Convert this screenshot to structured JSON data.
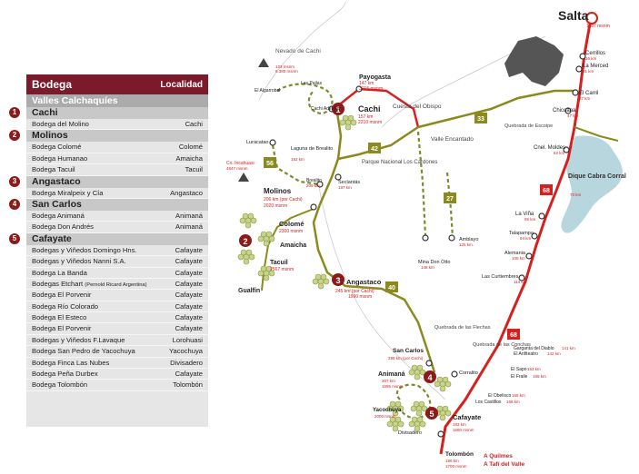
{
  "panel": {
    "col_bodega": "Bodega",
    "col_localidad": "Localidad",
    "region": "Valles Calchaquíes",
    "groups": [
      {
        "num": "1",
        "name": "Cachi",
        "rows": [
          {
            "bodega": "Bodega del Molino",
            "extra": "",
            "loc": "Cachi"
          }
        ]
      },
      {
        "num": "2",
        "name": "Molinos",
        "rows": [
          {
            "bodega": "Bodega Colomé",
            "extra": "",
            "loc": "Colomé"
          },
          {
            "bodega": "Bodega Humanao",
            "extra": "",
            "loc": "Amaicha"
          },
          {
            "bodega": "Bodega Tacuil",
            "extra": "",
            "loc": "Tacuil"
          }
        ]
      },
      {
        "num": "3",
        "name": "Angastaco",
        "rows": [
          {
            "bodega": "Bodega Miralpeix y Cía",
            "extra": "",
            "loc": "Angastaco"
          }
        ]
      },
      {
        "num": "4",
        "name": "San Carlos",
        "rows": [
          {
            "bodega": "Bodega Animaná",
            "extra": "",
            "loc": "Animaná"
          },
          {
            "bodega": "Bodega Don Andrés",
            "extra": "",
            "loc": "Animaná"
          }
        ]
      },
      {
        "num": "5",
        "name": "Cafayate",
        "rows": [
          {
            "bodega": "Bodegas y Viñedos Domingo Hns.",
            "extra": "",
            "loc": "Cafayate"
          },
          {
            "bodega": "Bodegas y Viñedos Nanni S.A.",
            "extra": "",
            "loc": "Cafayate"
          },
          {
            "bodega": "Bodega La Banda",
            "extra": "",
            "loc": "Cafayate"
          },
          {
            "bodega": "Bodegas Etchart",
            "extra": "(Pernold Ricard Argentina)",
            "loc": "Cafayate"
          },
          {
            "bodega": "Bodega El Porvenir",
            "extra": "",
            "loc": "Cafayate"
          },
          {
            "bodega": "Bodega Río Colorado",
            "extra": "",
            "loc": "Cafayate"
          },
          {
            "bodega": "Bodega El Esteco",
            "extra": "",
            "loc": "Cafayate"
          },
          {
            "bodega": "Bodega El Porvenir",
            "extra": "",
            "loc": "Cafayate"
          },
          {
            "bodega": "Bodegas y Viñedos F.Lavaque",
            "extra": "",
            "loc": "Lorohuasi"
          },
          {
            "bodega": "Bodega San Pedro de Yacochuya",
            "extra": "",
            "loc": "Yacochuya"
          },
          {
            "bodega": "Bodega Finca Las Nubes",
            "extra": "",
            "loc": "Divisadero"
          },
          {
            "bodega": "Bodega Peña Durbex",
            "extra": "",
            "loc": "Cafayate"
          },
          {
            "bodega": "Bodega Tolombón",
            "extra": "",
            "loc": "Tolombón"
          }
        ]
      }
    ]
  },
  "map": {
    "towns": {
      "salta": "Salta",
      "salta_alt": "1187 msnm",
      "cerrillos": "Cerrillos",
      "cerrillos_km": "16 km",
      "la_merced": "La Merced",
      "la_merced_km": "31 km",
      "el_carril": "El Carril",
      "el_carril_km": "37 km",
      "chicoana": "Chicoana",
      "chicoana_km": "47 km",
      "moldes": "Cnel. Moldes",
      "moldes_km": "62 km",
      "la_vina": "La Viña",
      "la_vina_km": "85 km",
      "talapampa": "Talapampa",
      "talapampa_km": "94 km",
      "alemania": "Alemania",
      "alemania_km": "105 km",
      "curtiembres": "Las Curtiembres",
      "curtiembres_km": "114 km",
      "payogasta": "Payogasta",
      "payogasta_info": "147 km",
      "payogasta_alt": "3015 msnm",
      "cachi": "Cachi",
      "cachi_km": "157 km",
      "cachi_alt": "2210 msnm",
      "nevado": "Nevado de Cachi",
      "nevado_alt": "133 msnm",
      "nevado_alt2": "6.380 msnm",
      "las_pailas": "Las Pailas",
      "el_algarrobal": "El Algarrobal",
      "cachi_adentro": "Cachi Adentro",
      "luracatao": "Luracatao",
      "laguna": "Laguna de Brealito",
      "laguna_km": "192 km",
      "brealito": "Brealito",
      "brealito_km": "209 km",
      "incahuasi": "Co. Incahuasi",
      "incahuasi_alt": "4847 msnm",
      "seclantas": "Seclantás",
      "seclantas_km": "187 km",
      "molinos": "Molinos",
      "molinos_km": "206 km (por Cachi)",
      "molinos_alt": "2020 msnm",
      "colome": "Colomé",
      "colome_alt": "2300 msnm",
      "amaicha": "Amaicha",
      "tacuil": "Tacuil",
      "tacuil_alt": "2567 msnm",
      "gualfin": "Gualfín",
      "angastaco": "Angastaco",
      "angastaco_km": "245 km (por Cachi)",
      "angastaco_alt": "1990 msnm",
      "parque": "Parque Nacional Los Cardones",
      "cuesta": "Cuesta del Obispo",
      "valle": "Valle Encantado",
      "quebrada_escoipe": "Quebrada de Escoipe",
      "dique": "Dique Cabra Corral",
      "dique_km": "70 km",
      "amblayo": "Amblayo",
      "amblayo_km": "125 km",
      "mina": "Mina Don Otto",
      "mina_km": "148 km",
      "q_flechas": "Quebrada de las Flechas",
      "q_conchas": "Quebrada de las Conchas",
      "san_carlos": "San Carlos",
      "san_carlos_km": "298 km (por Cachi)",
      "animana": "Animaná",
      "animana_km": "307 km",
      "animana_alt": "1695 msnm",
      "corralito": "Corralito",
      "yacochuya": "Yacochuya",
      "yacochuya_alt": "2000 msnm",
      "divisadero": "Divisadero",
      "cafayate": "Cafayate",
      "cafayate_km": "183 km",
      "cafayate_alt": "1660 msnm",
      "tolombon": "Tolombón",
      "tolombon_km": "196 km",
      "tolombon_alt": "1700 msnm",
      "garganta": "Garganta del Diablo",
      "garganta_km": "141 km",
      "anfiteatro": "El Anfiteatro",
      "anfiteatro_km": "142 km",
      "el_sapo": "El Sapo",
      "el_sapo_km": "153 km",
      "el_fraile": "El Fraile",
      "el_fraile_km": "155 km",
      "obelisco": "El Obelisco",
      "obelisco_km": "165 km",
      "castillos": "Los Castillos",
      "castillos_km": "168 km",
      "quilmes": "A Quilmes",
      "tafi": "A Tafí del Valle"
    },
    "routes": {
      "r68a": "68",
      "r68b": "68",
      "r33": "33",
      "r42": "42",
      "r40": "40",
      "r56": "56",
      "r27": "27"
    },
    "markers": [
      "1",
      "2",
      "3",
      "4",
      "5"
    ],
    "colors": {
      "primary_route": "#d62020",
      "secondary_route": "#8a8a1e",
      "dirt_road": "#7d8a2a",
      "wine_red": "#7a1a2a",
      "grape": "#c7d48a"
    }
  }
}
